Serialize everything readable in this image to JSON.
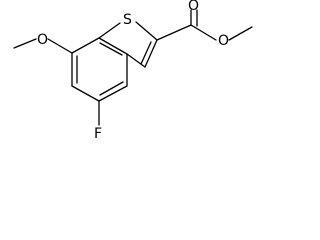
{
  "molecule": {
    "atoms": {
      "S": "S",
      "O_methoxy": "O",
      "F": "F",
      "O_carbonyl": "O",
      "O_ester": "O"
    }
  }
}
